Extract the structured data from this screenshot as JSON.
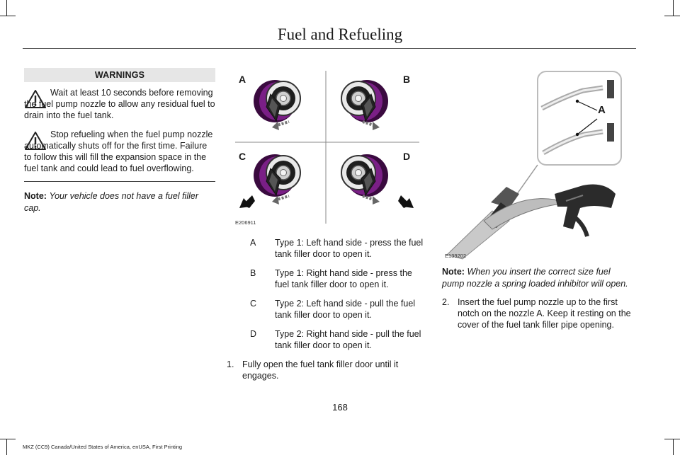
{
  "header": {
    "title": "Fuel and Refueling"
  },
  "warnings": {
    "heading": "WARNINGS",
    "items": [
      {
        "text": "Wait at least 10 seconds before removing the fuel pump nozzle to allow any residual fuel to drain into the fuel tank."
      },
      {
        "text": "Stop refueling when the fuel pump nozzle automatically shuts off for the first time. Failure to follow this will fill the expansion space in the fuel tank and could lead to fuel overflowing."
      }
    ]
  },
  "left_note": {
    "label": "Note:",
    "text": "Your vehicle does not have a fuel filler cap."
  },
  "figure_mid": {
    "code": "E206911",
    "labels": [
      "A",
      "B",
      "C",
      "D"
    ]
  },
  "key": [
    {
      "letter": "A",
      "text": "Type 1: Left hand side - press the fuel tank filler door to open it."
    },
    {
      "letter": "B",
      "text": "Type 1: Right hand side - press the fuel tank filler door to open it."
    },
    {
      "letter": "C",
      "text": "Type 2: Left hand side - pull the fuel tank filler door to open it."
    },
    {
      "letter": "D",
      "text": "Type 2: Right hand side - pull the fuel tank filler door to open it."
    }
  ],
  "step1": {
    "num": "1.",
    "text": "Fully open the fuel tank filler door until it engages."
  },
  "figure_right": {
    "code": "E139202",
    "label": "A"
  },
  "right_note": {
    "label": "Note:",
    "text": "When you insert the correct size fuel pump nozzle a spring loaded inhibitor will open."
  },
  "step2": {
    "num": "2.",
    "text": "Insert the fuel pump nozzle up to the first notch on the nozzle A.  Keep it resting on the cover of the fuel tank filler pipe opening."
  },
  "page_number": "168",
  "footer": "MKZ (CC9) Canada/United States of America, enUSA, First Printing"
}
